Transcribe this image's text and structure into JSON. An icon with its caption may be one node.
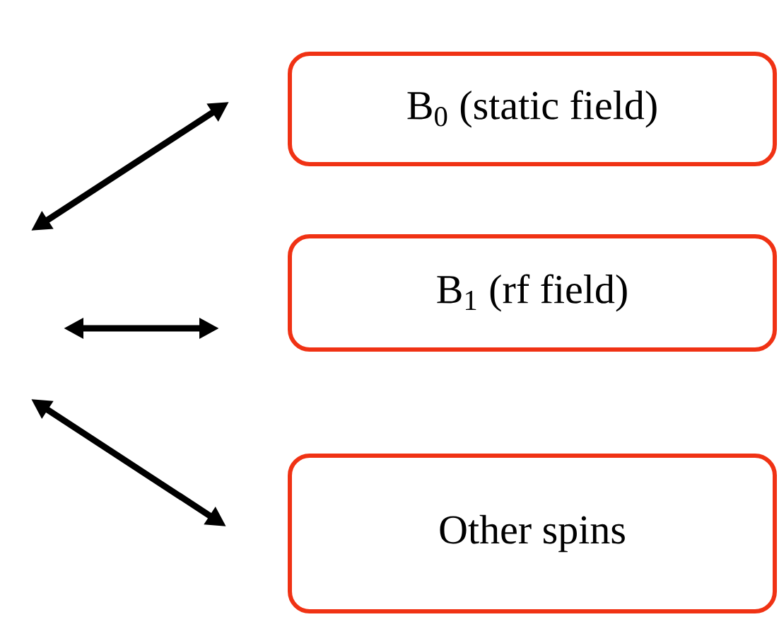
{
  "diagram": {
    "nodes": [
      {
        "text": [
          "B$_{0}$ (static field)"
        ]
      },
      {
        "text": [
          "B$_{1}$ (rf field)"
        ]
      },
      {
        "text": [
          "Other spins"
        ]
      }
    ]
  }
}
